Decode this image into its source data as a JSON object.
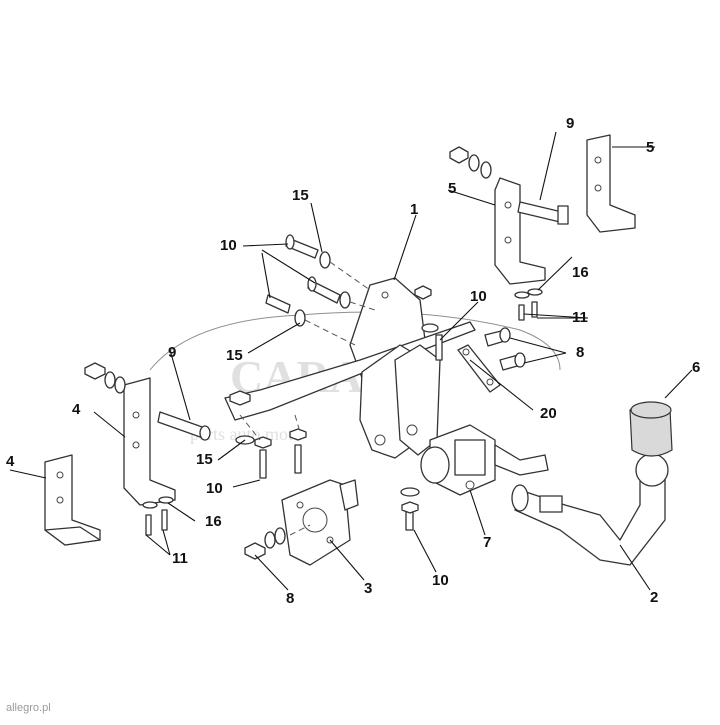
{
  "diagram": {
    "labels": {
      "l1": "1",
      "l2": "2",
      "l3": "3",
      "l4a": "4",
      "l4b": "4",
      "l5a": "5",
      "l5b": "5",
      "l6": "6",
      "l7": "7",
      "l8a": "8",
      "l8b": "8",
      "l9a": "9",
      "l9b": "9",
      "l10a": "10",
      "l10b": "10",
      "l10c": "10",
      "l10d": "10",
      "l11a": "11",
      "l11b": "11",
      "l15a": "15",
      "l15b": "15",
      "l15c": "15",
      "l16a": "16",
      "l16b": "16",
      "l20": "20"
    },
    "watermark": {
      "brand": "CARAKA",
      "sub": "parts auto moto"
    },
    "footer": "allegro.pl"
  }
}
